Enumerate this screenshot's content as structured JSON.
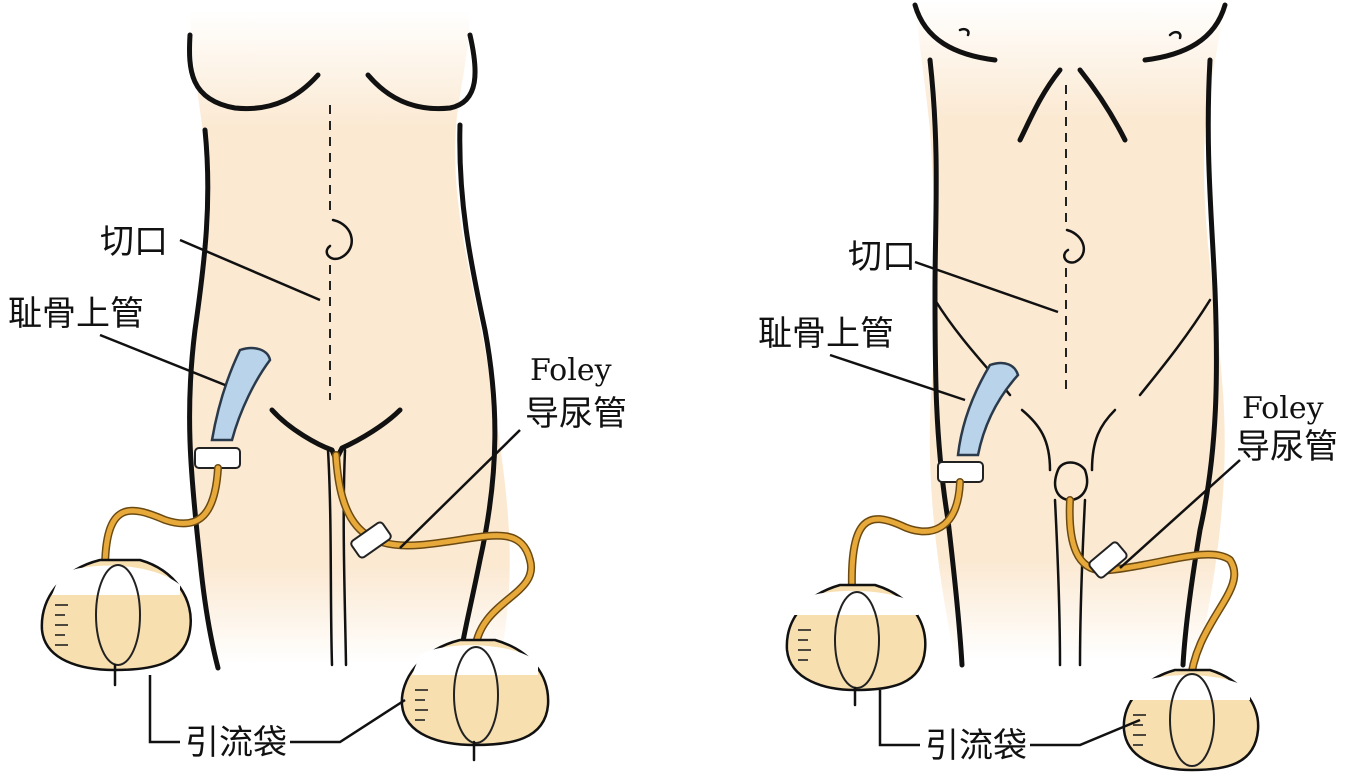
{
  "figures": [
    {
      "id": "female",
      "labels": {
        "incision": "切口",
        "suprapubic_tube": "耻骨上管",
        "foley_line1": "Foley",
        "foley_line2": "导尿管",
        "drainage_bag": "引流袋"
      }
    },
    {
      "id": "male",
      "labels": {
        "incision": "切口",
        "suprapubic_tube": "耻骨上管",
        "foley_line1": "Foley",
        "foley_line2": "导尿管",
        "drainage_bag": "引流袋"
      }
    }
  ],
  "colors": {
    "skin": "#fbe9d2",
    "bag_fluid": "#f7dfb0",
    "tube": "#e8a93b",
    "suprapubic_tube": "#b9d3ea"
  }
}
